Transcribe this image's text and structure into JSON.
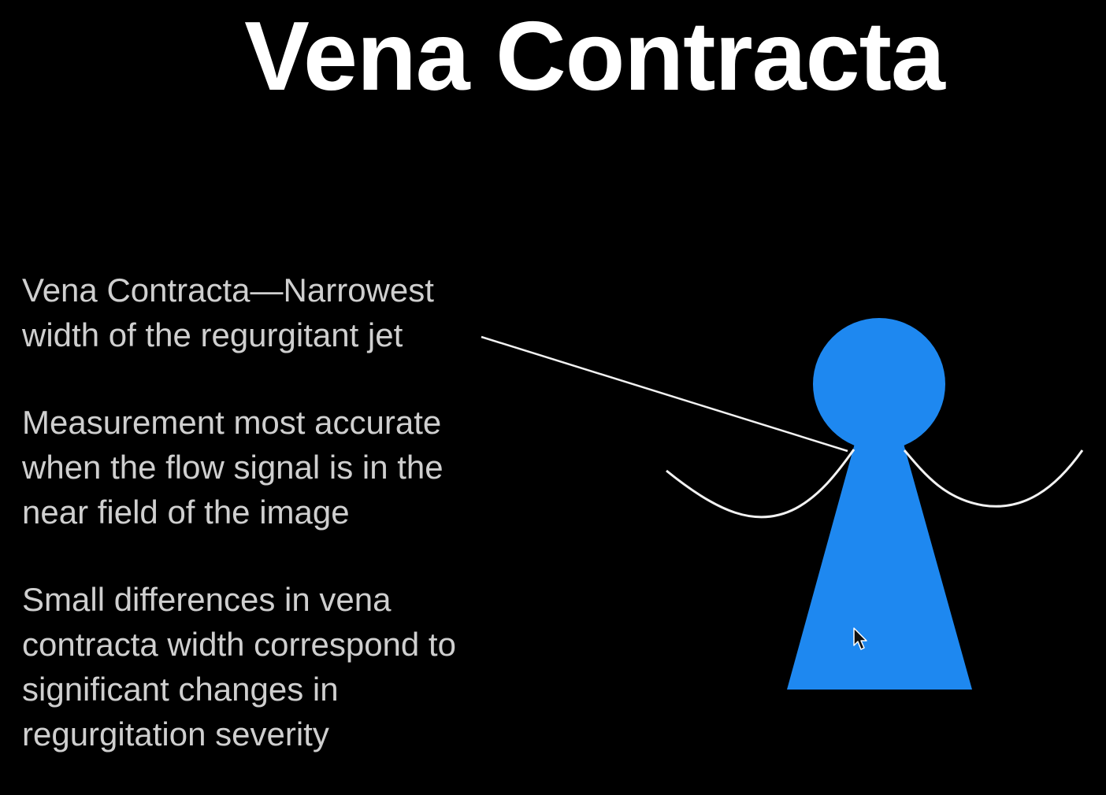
{
  "slide": {
    "title": "Vena Contracta",
    "bullets": [
      {
        "lines": [
          "Vena Contracta—Narrowest",
          "width of the regurgitant jet"
        ]
      },
      {
        "lines": [
          "Measurement most accurate",
          "when the flow signal is in the",
          "near field of the image"
        ]
      },
      {
        "lines": [
          "Small differences in vena",
          "contracta width correspond to",
          "significant changes in",
          "regurgitation severity"
        ]
      }
    ]
  },
  "diagram": {
    "jet_color": "#1e88f0",
    "line_color": "#f2f2f2",
    "background_color": "#000000",
    "icons": [
      "mouse-pointer-icon"
    ]
  }
}
